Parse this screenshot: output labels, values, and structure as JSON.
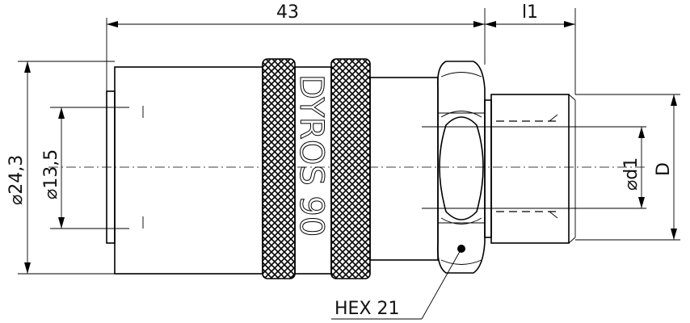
{
  "dimensions": {
    "length": "43",
    "thread_length": "l1",
    "outer_diameter": "⌀24,3",
    "inner_diameter": "⌀13,5",
    "thread_inner_diameter": "⌀d1",
    "thread_diameter": "D",
    "hex": "HEX 21"
  },
  "branding": {
    "text": "DYROS 90"
  }
}
